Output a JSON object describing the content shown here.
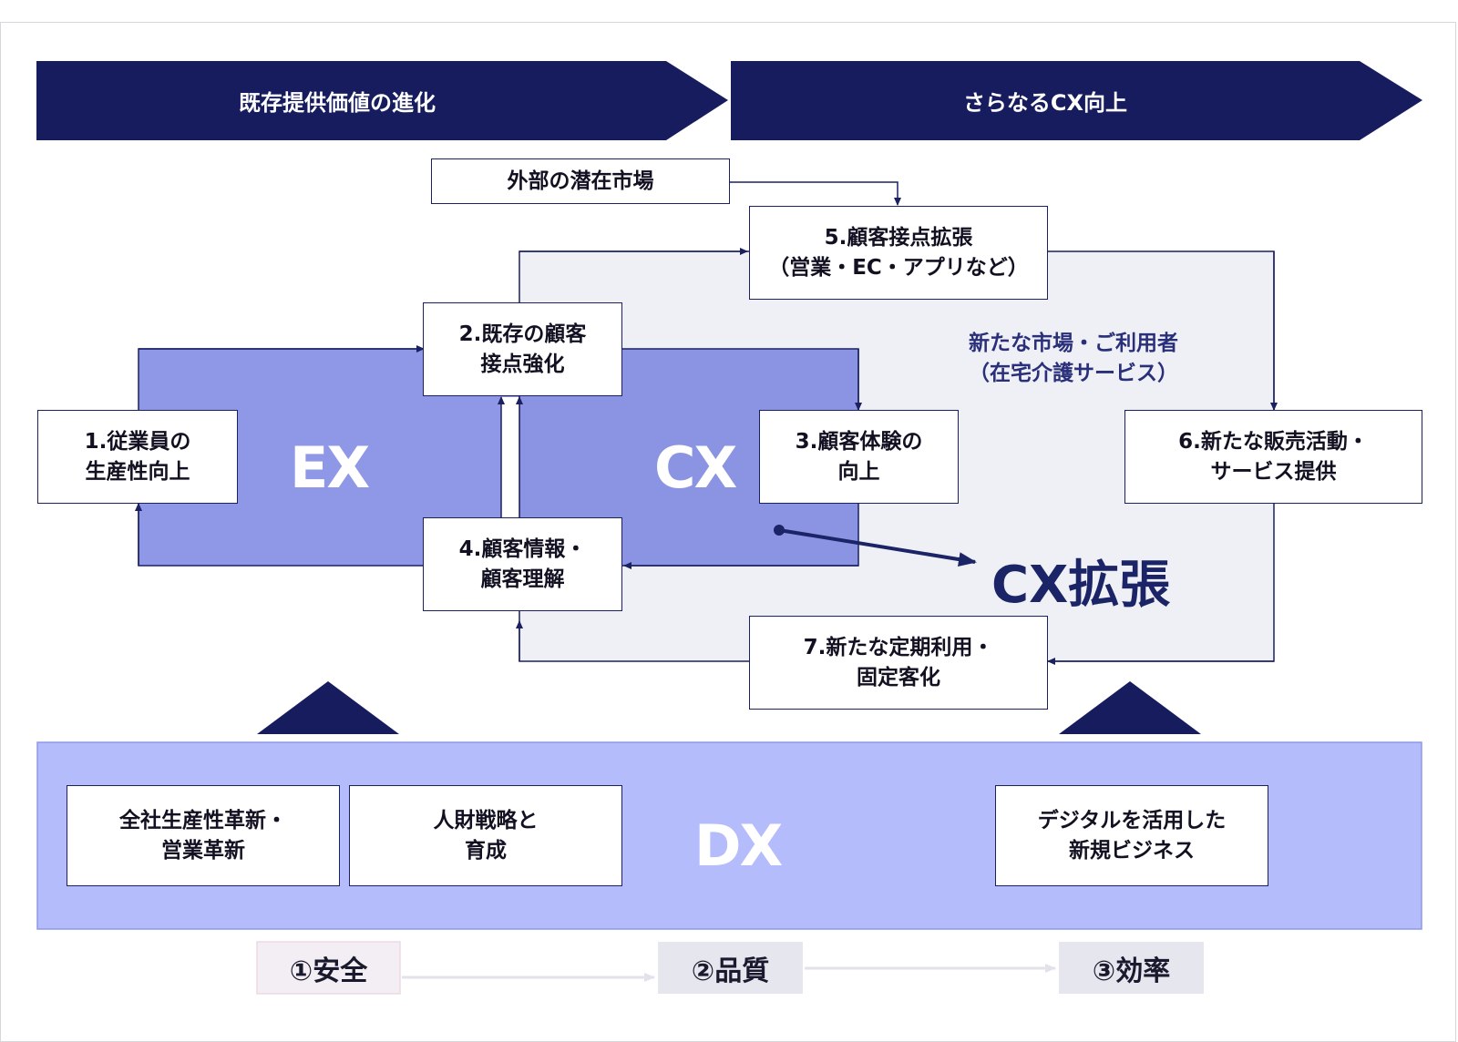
{
  "header": {
    "left_arrow_label": "既存提供価値の進化",
    "right_arrow_label": "さらなるCX向上"
  },
  "boxes": {
    "external_market": "外部の潜在市場",
    "b1": "1.従業員の\n生産性向上",
    "b2": "2.既存の顧客\n接点強化",
    "b3": "3.顧客体験の\n向上",
    "b4": "4.顧客情報・\n顧客理解",
    "b5": "5.顧客接点拡張\n（営業・EC・アプリなど）",
    "b6": "6.新たな販売活動・\nサービス提供",
    "b7": "7.新たな定期利用・\n固定客化"
  },
  "labels": {
    "ex": "EX",
    "cx": "CX",
    "new_market": "新たな市場・ご利用者\n（在宅介護サービス）",
    "cx_expansion": "CX拡張",
    "dx": "DX"
  },
  "dx_boxes": {
    "d1": "全社生産性革新・\n営業革新",
    "d2": "人財戦略と\n育成",
    "d3": "デジタルを活用した\n新規ビジネス"
  },
  "steps": [
    "①安全",
    "②品質",
    "③効率"
  ],
  "colors": {
    "navy": "#161c5e",
    "ex_fill": "#8e98e6",
    "cx_fill": "#8a94e2",
    "dx_fill": "#b4bcfb",
    "outer_loop_fill": "#eff0f5",
    "step1_fill": "#f3eef3",
    "step_fill": "#e5e6ee"
  }
}
